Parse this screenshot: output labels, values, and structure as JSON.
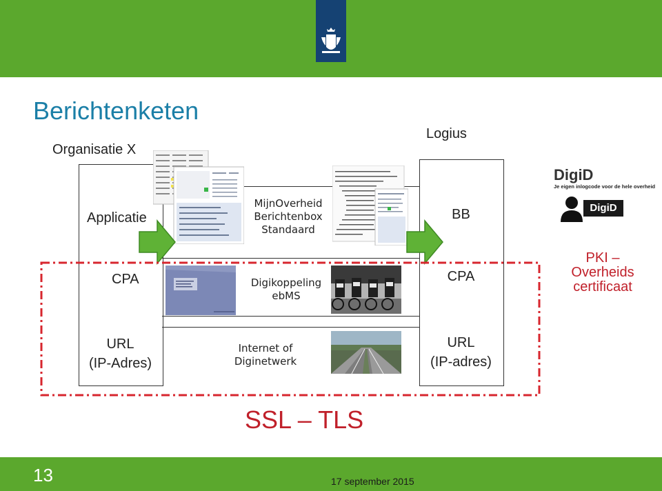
{
  "header": {
    "logo_icon": "coat-of-arms-icon"
  },
  "title": "Berichtenketen",
  "left_column": {
    "heading": "Organisatie X",
    "row1": "Applicatie",
    "row2": "CPA",
    "row3_line1": "URL",
    "row3_line2": "(IP-Adres)"
  },
  "right_column": {
    "heading": "Logius",
    "row1": "BB",
    "row2": "CPA",
    "row3_line1": "URL",
    "row3_line2": "(IP-adres)"
  },
  "middle": {
    "row1_line1": "MijnOverheid",
    "row1_line2": "Berichtenbox",
    "row1_line3": "Standaard",
    "row2_line1": "Digikoppeling",
    "row2_line2": "ebMS",
    "row3_line1": "Internet of",
    "row3_line2": "Diginetwerk"
  },
  "digid": {
    "logo_text": "DigiD",
    "tagline": "Je eigen inlogcode voor de hele overheid",
    "badge_text": "DigiD",
    "person_icon": "person-icon"
  },
  "pki": {
    "line1": "PKI –",
    "line2": "Overheids",
    "line3": "certificaat"
  },
  "security_label": "SSL – TLS",
  "footer": {
    "page_number": "13",
    "date": "17 september 2015"
  },
  "colors": {
    "green": "#5ba82d",
    "navy": "#154273",
    "title_blue": "#1b7fa7",
    "red": "#c0202a",
    "arrow_green": "#5fb236"
  }
}
